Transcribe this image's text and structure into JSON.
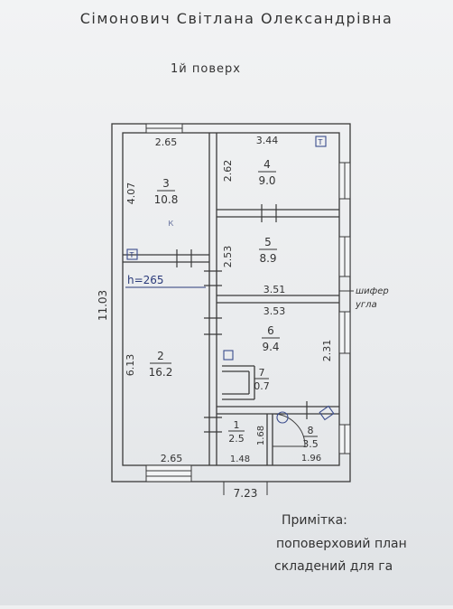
{
  "owner_name": "Сімонович Світлана Олександрівна",
  "floor_title": "1й поверх",
  "overall_dims": {
    "height": "11.03",
    "width": "7.23"
  },
  "ceiling_height": "h=265",
  "rooms": [
    {
      "id": "3",
      "area": "10.8",
      "side": "4.07",
      "top": "2.65"
    },
    {
      "id": "4",
      "area": "9.0",
      "side": "2.62",
      "top": "3.44"
    },
    {
      "id": "5",
      "area": "8.9",
      "side": "2.53"
    },
    {
      "id": "6",
      "area": "9.4",
      "side": "2.31",
      "top": "3.53"
    },
    {
      "id": "2",
      "area": "16.2",
      "side": "6.13",
      "bottom": "2.65"
    },
    {
      "id": "7",
      "area": "0.7"
    },
    {
      "id": "1",
      "area": "2.5",
      "side": "1.68",
      "bottom": "1.48"
    },
    {
      "id": "8",
      "area": "3.5",
      "bottom": "1.96"
    }
  ],
  "between_dim": "3.51",
  "roof_note": {
    "line1": "шифер",
    "line2": "угла"
  },
  "room3_mark": "к",
  "stove_mark": "Т",
  "note": {
    "title": "Примітка:",
    "line1": "поповерховий план",
    "line2": "складений для га"
  }
}
